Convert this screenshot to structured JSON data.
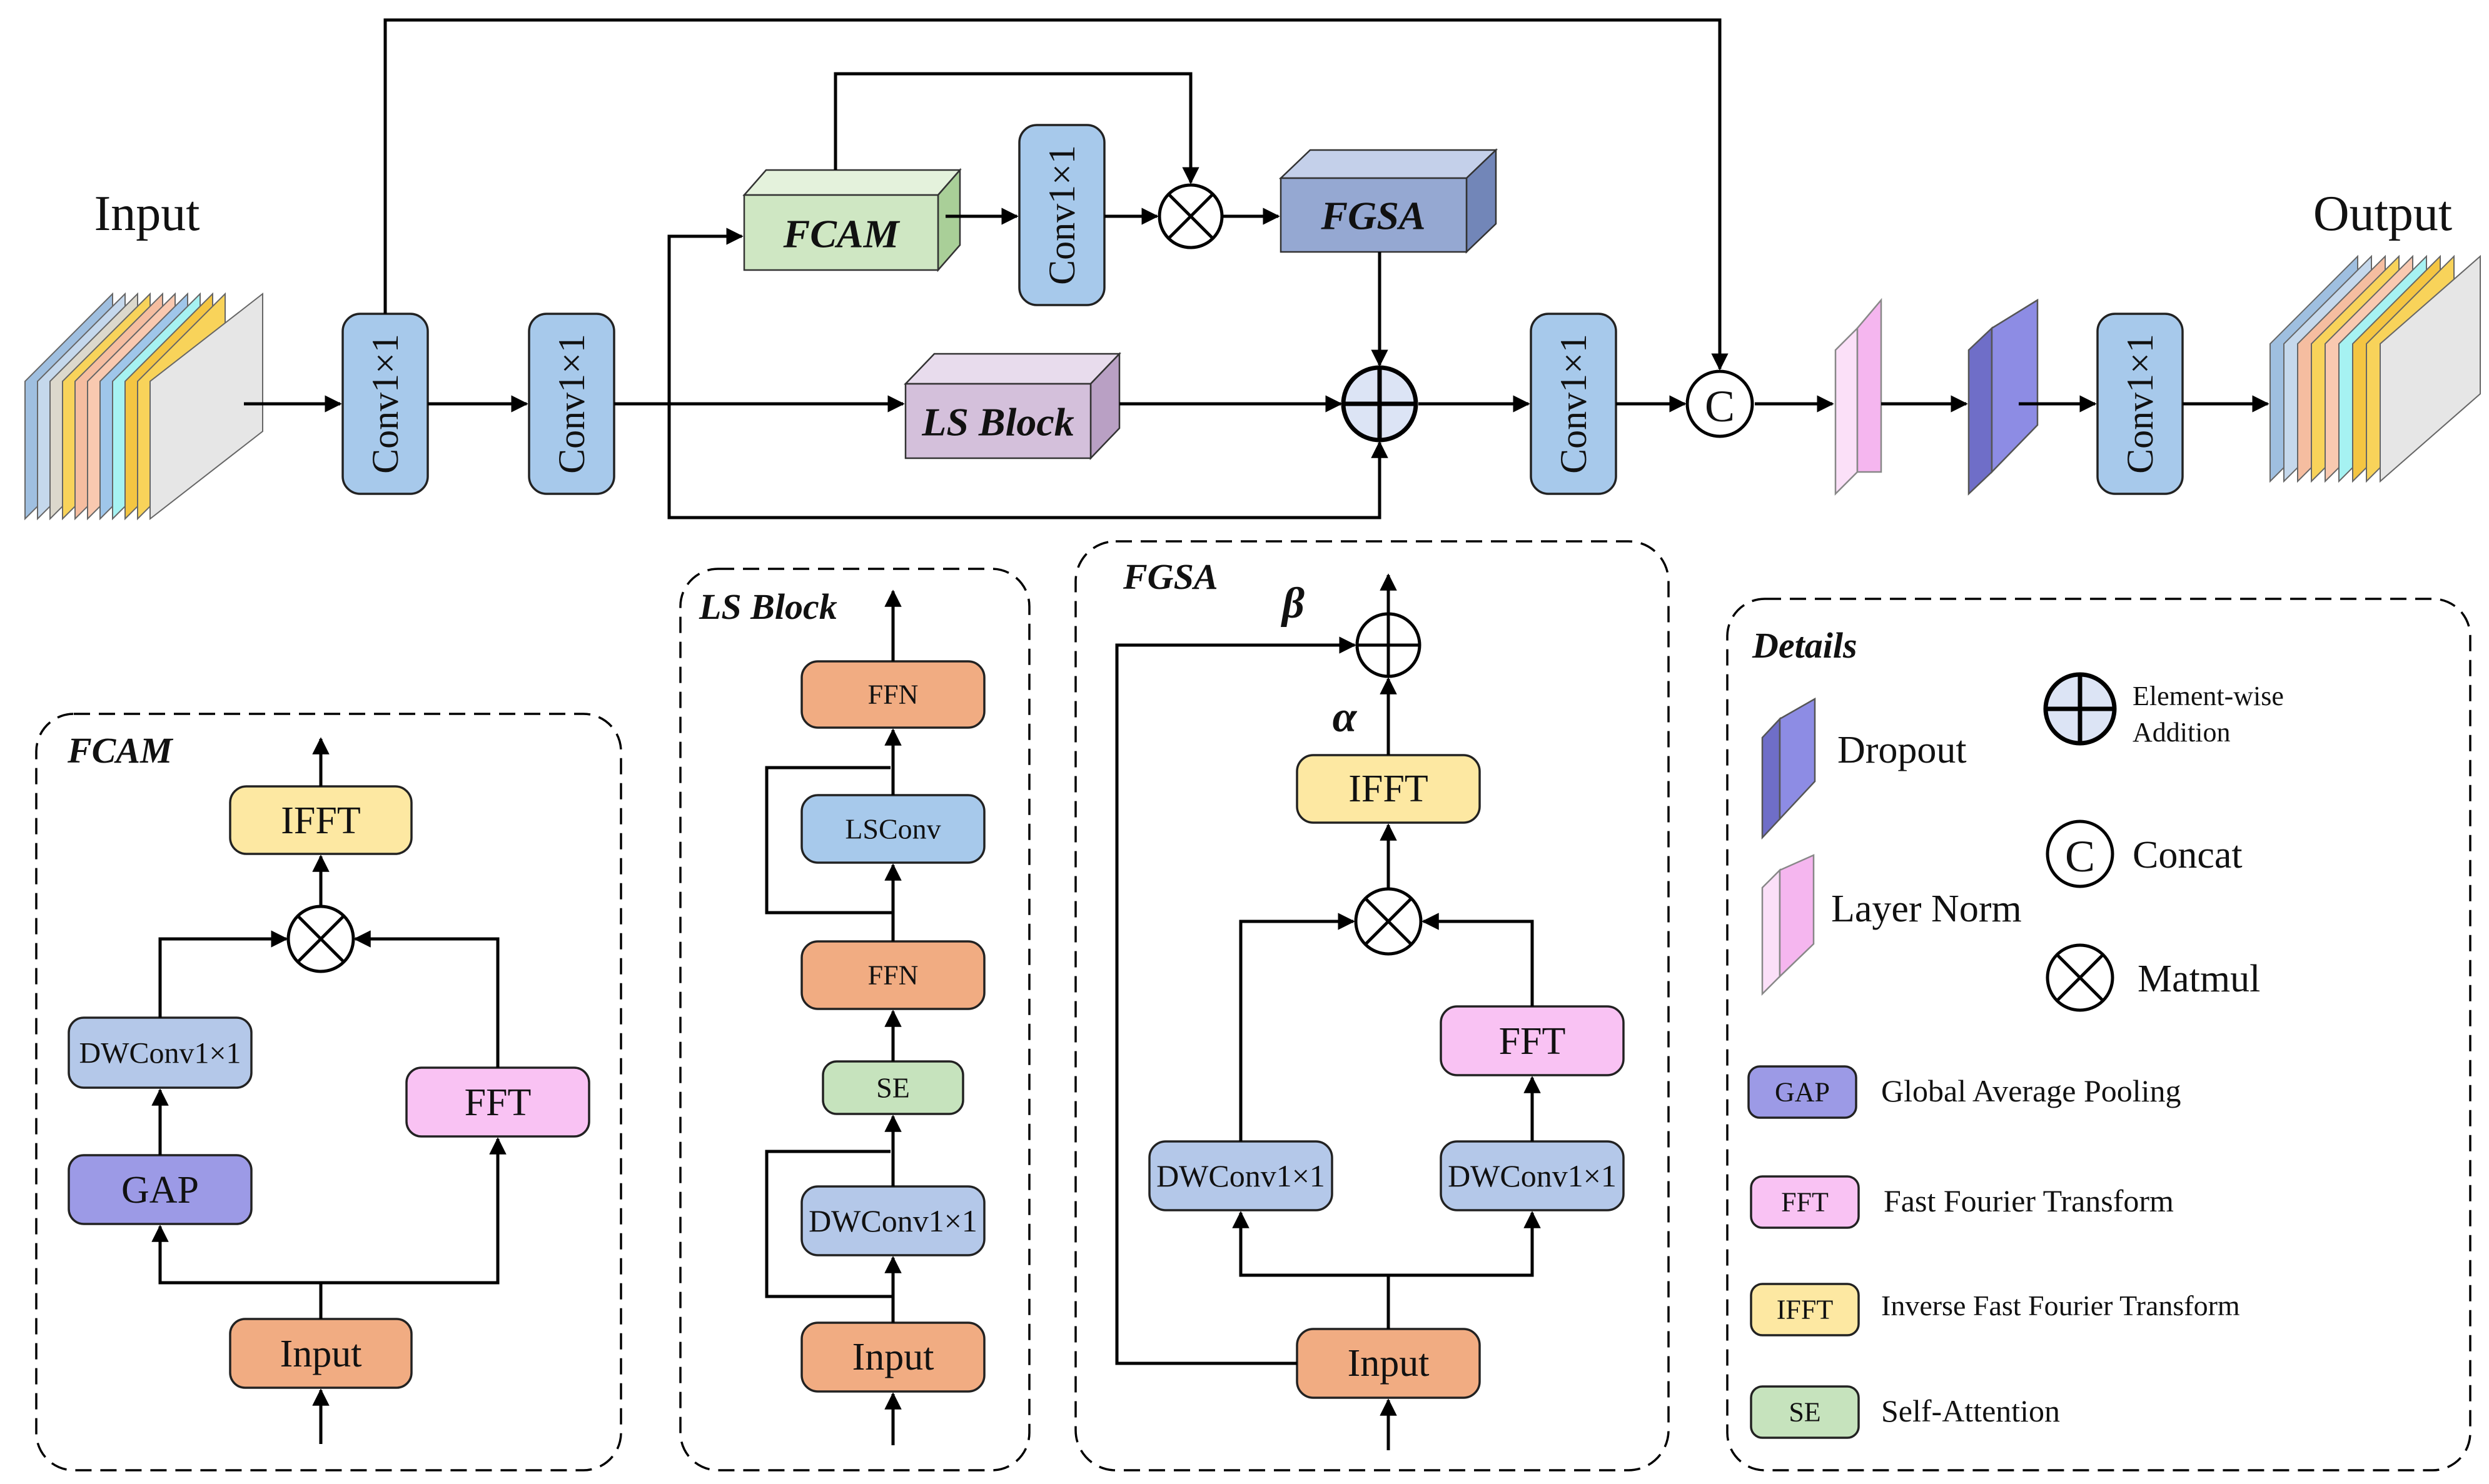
{
  "main": {
    "input_label": "Input",
    "output_label": "Output",
    "conv": "Conv1×1",
    "fcam": "FCAM",
    "fgsa": "FGSA",
    "ls_block": "LS Block",
    "concat_symbol": "C"
  },
  "fcam_panel": {
    "title": "FCAM",
    "ifft": "IFFT",
    "dwconv": "DWConv1×1",
    "gap": "GAP",
    "fft": "FFT",
    "input": "Input"
  },
  "ls_panel": {
    "title": "LS Block",
    "ffn_top": "FFN",
    "lsconv": "LSConv",
    "ffn_mid": "FFN",
    "se": "SE",
    "dwconv": "DWConv1×1",
    "input": "Input"
  },
  "fgsa_panel": {
    "title": "FGSA",
    "beta": "β",
    "alpha": "α",
    "ifft": "IFFT",
    "fft": "FFT",
    "dwconv_left": "DWConv1×1",
    "dwconv_right": "DWConv1×1",
    "input": "Input"
  },
  "details": {
    "title": "Details",
    "dropout": "Dropout",
    "layer_norm": "Layer Norm",
    "element_wise_line1": "Element-wise",
    "element_wise_line2": "Addition",
    "concat_symbol": "C",
    "concat": "Concat",
    "matmul": "Matmul",
    "gap_chip": "GAP",
    "gap_desc": "Global Average Pooling",
    "fft_chip": "FFT",
    "fft_desc": "Fast Fourier Transform",
    "ifft_chip": "IFFT",
    "ifft_desc": "Inverse Fast Fourier Transform",
    "se_chip": "SE",
    "se_desc": "Self-Attention"
  },
  "colors": {
    "conv_blue": "#a7c9eb",
    "fcam_green": "#cfe7c3",
    "fgsa_blue": "#95a8d2",
    "ls_purple": "#d4c0db",
    "input_orange": "#f1ac82",
    "ifft_yellow": "#fde8a2",
    "fft_pink": "#f9c2f3",
    "dwconv_blue": "#b4c8e9",
    "gap_purple": "#9c9ae6",
    "se_green": "#c6e3bd",
    "dropout_purple": "#8d8ce4",
    "layernorm_pink": "#f5b6ef"
  }
}
